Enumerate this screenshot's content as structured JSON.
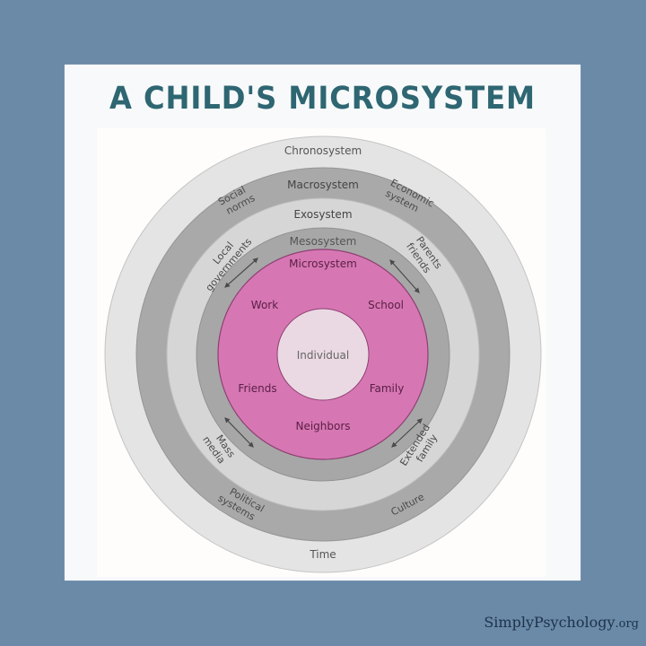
{
  "title": "A CHILD'S MICROSYSTEM",
  "watermark": {
    "name": "SimplyPsychology",
    "tld": ".org"
  },
  "colors": {
    "background": "#6a8aa8",
    "panel": "#f7f9fa",
    "title": "#2e6672",
    "chronosystem": "#e4e4e4",
    "macrosystem": "#a9a9a9",
    "exosystem": "#d6d6d6",
    "mesosystem": "#a7a7a7",
    "microsystem": "#d677b3",
    "individual": "#ead9e3",
    "micro_text": "#5a1e45",
    "gray_text": "#555555"
  },
  "diagram": {
    "rings": [
      {
        "name": "Chronosystem",
        "label": "Chronosystem",
        "radius": 243
      },
      {
        "name": "Macrosystem",
        "label": "Macrosystem",
        "radius": 208
      },
      {
        "name": "Exosystem",
        "label": "Exosystem",
        "radius": 174
      },
      {
        "name": "Mesosystem",
        "label": "Mesosystem",
        "radius": 141
      },
      {
        "name": "Microsystem",
        "label": "Microsystem",
        "radius": 117
      },
      {
        "name": "Individual",
        "label": "Individual",
        "radius": 51
      }
    ],
    "microsystem_items": [
      "Work",
      "School",
      "Friends",
      "Family",
      "Neighbors"
    ],
    "macrosystem_items": [
      "Social norms",
      "Economic system",
      "Political systems",
      "Culture"
    ],
    "exosystem_items": [
      "Local governments",
      "Parents friends",
      "Mass media",
      "Extended family"
    ],
    "chronosystem_items": [
      "Time"
    ],
    "labels": {
      "social": "Social",
      "norms": "norms",
      "economic": "Economic",
      "system": "system",
      "political": "Political",
      "systems": "systems",
      "culture": "Culture",
      "local": "Local",
      "governments": "governments",
      "parents": "Parents",
      "friends": "friends",
      "mass": "Mass",
      "media": "media",
      "extended": "Extended",
      "family": "family",
      "time": "Time"
    }
  }
}
